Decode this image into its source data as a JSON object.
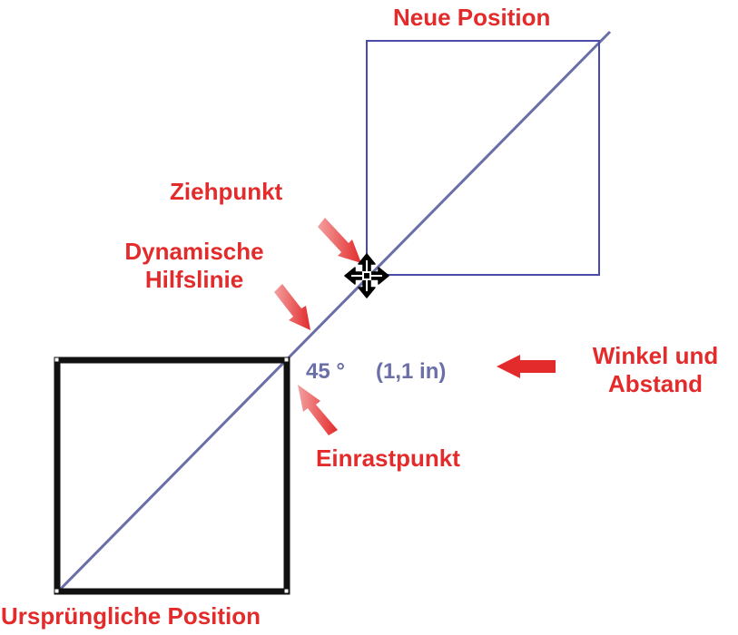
{
  "labels": {
    "new_position": "Neue Position",
    "drag_point": "Ziehpunkt",
    "dynamic_guide_line1": "Dynamische",
    "dynamic_guide_line2": "Hilfslinie",
    "angle_distance_line1": "Winkel und",
    "angle_distance_line2": "Abstand",
    "snap_point": "Einrastpunkt",
    "original_position": "Ursprüngliche Position"
  },
  "readout": {
    "angle": "45 °",
    "distance": "(1,1 in)"
  },
  "colors": {
    "label_red": "#e32b2b",
    "guide_line": "#6a6fa8",
    "new_box": "#4a4aa8",
    "original_box": "#111111",
    "readout": "#6a6fa8"
  },
  "icons": {
    "drag_handle": "four-way-move-cursor-icon"
  }
}
